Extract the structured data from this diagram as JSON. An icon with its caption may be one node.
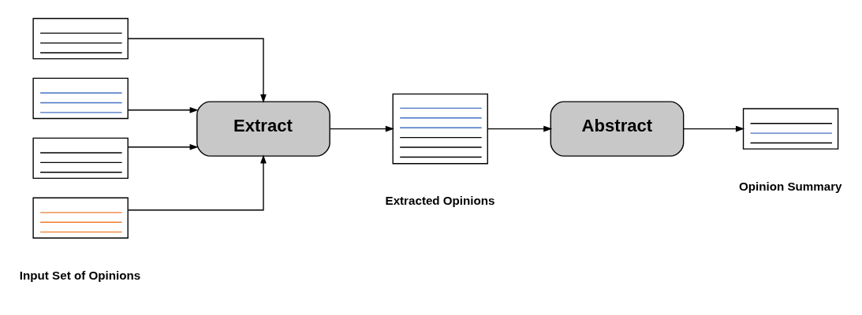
{
  "diagram": {
    "nodes": [
      {
        "text": [],
        "shape": "box"
      },
      {
        "text": [],
        "shape": "box"
      },
      {
        "text": [],
        "shape": "box"
      },
      {
        "text": [],
        "shape": "box"
      },
      {
        "text": [
          "Extract"
        ]
      },
      {
        "text": [],
        "shape": "box",
        "beside": [
          "Extracted Opinions"
        ]
      },
      {
        "text": [
          "Abstract"
        ]
      },
      {
        "text": [],
        "shape": "box",
        "beside": [
          "Opinion Summary"
        ]
      }
    ],
    "edges": [
      {
        "from": 0,
        "to": 4,
        "arrow": "to"
      },
      {
        "from": 1,
        "to": 4,
        "arrow": "to"
      },
      {
        "from": 2,
        "to": 4,
        "arrow": "to"
      },
      {
        "from": 3,
        "to": 4,
        "arrow": "to"
      },
      {
        "from": 4,
        "to": 5,
        "arrow": "to"
      },
      {
        "from": 5,
        "to": 6,
        "arrow": "to"
      },
      {
        "from": 6,
        "to": 7,
        "arrow": "to"
      }
    ],
    "labels": [
      "Input Set of Opinions"
    ]
  }
}
